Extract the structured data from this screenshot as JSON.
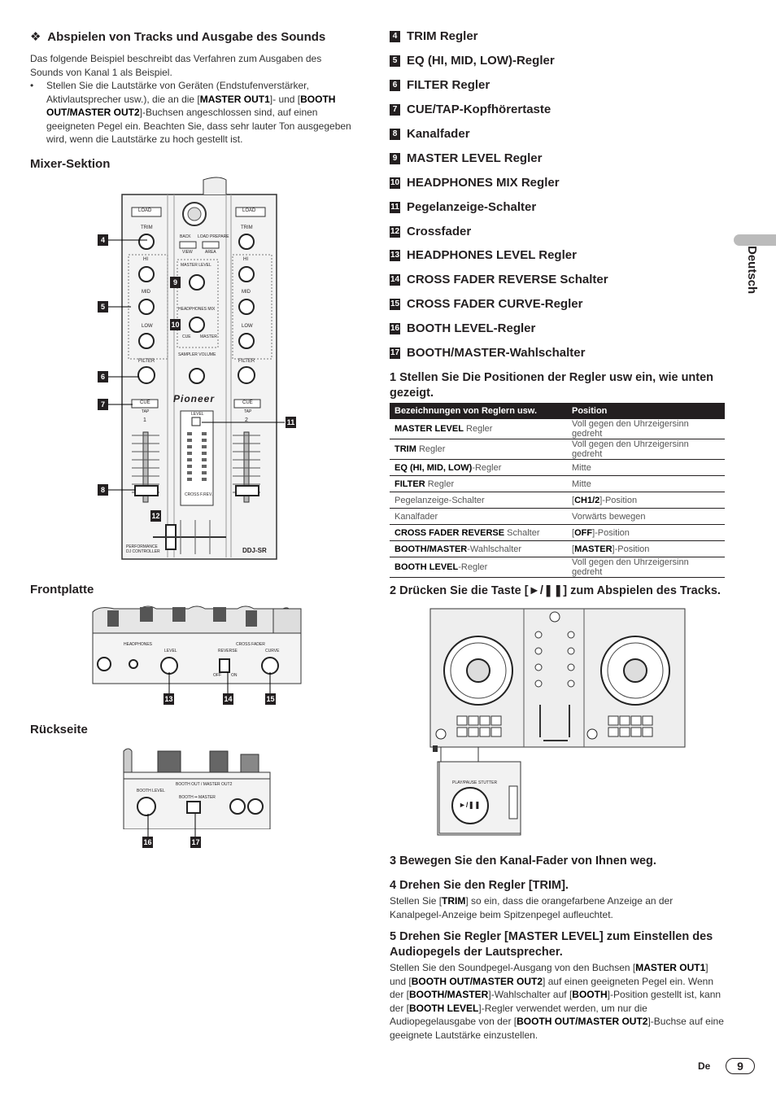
{
  "left": {
    "heading": "Abspielen von Tracks und Ausgabe des Sounds",
    "intro": "Das folgende Beispiel beschreibt das Verfahren zum Ausgaben des Sounds von Kanal 1 als Beispiel.",
    "bullet": {
      "t1": "Stellen Sie die Lautstärke von Geräten (Endstufenverstärker, Aktivlautsprecher usw.), die an die [",
      "b1": "MASTER OUT1",
      "t2": "]- und [",
      "b2": "BOOTH OUT/MASTER OUT2",
      "t3": "]-Buchsen angeschlossen sind, auf einen geeigneten Pegel ein. Beachten Sie, dass sehr lauter Ton ausgegeben wird, wenn die Lautstärke zu hoch gestellt ist."
    },
    "mixer_title": "Mixer-Sektion",
    "front_title": "Frontplatte",
    "rear_title": "Rückseite"
  },
  "mixer_labels": {
    "load": "LOAD",
    "trim": "TRIM",
    "hi": "HI",
    "mid": "MID",
    "low": "LOW",
    "filter": "FILTER",
    "cue": "CUE",
    "tap": "TAP",
    "master_level": "MASTER LEVEL",
    "headphones_mix": "HEADPHONES MIX",
    "sampler_volume": "SAMPLER VOLUME",
    "level": "LEVEL",
    "cross_fader": "CROSS F.REV.",
    "brand": "Pioneer",
    "model": "DDJ-SR",
    "perf": "PERFORMANCE",
    "perf2": "DJ CONTROLLER",
    "back": "BACK",
    "load_prepare": "LOAD PREPARE",
    "view": "VIEW",
    "area": "AREA",
    "cue_label": "CUE",
    "master": "MASTER",
    "ch1": "1",
    "ch2": "2"
  },
  "front_labels": {
    "headphones": "HEADPHONES",
    "level": "LEVEL",
    "cross_fader": "CROSS FADER",
    "reverse": "REVERSE",
    "curve": "CURVE",
    "off": "OFF",
    "on": "ON"
  },
  "rear_labels": {
    "booth_out": "BOOTH OUT / MASTER OUT2",
    "booth_level": "BOOTH LEVEL",
    "booth_master": "BOOTH •• MASTER"
  },
  "callouts": {
    "c4": "4",
    "c5": "5",
    "c6": "6",
    "c7": "7",
    "c8": "8",
    "c9": "9",
    "c10": "10",
    "c11": "11",
    "c12": "12",
    "c13": "13",
    "c14": "14",
    "c15": "15",
    "c16": "16",
    "c17": "17"
  },
  "controls": [
    {
      "n": "4",
      "label": "TRIM Regler"
    },
    {
      "n": "5",
      "label": "EQ (HI, MID, LOW)-Regler"
    },
    {
      "n": "6",
      "label": "FILTER Regler"
    },
    {
      "n": "7",
      "label": "CUE/TAP-Kopfhörertaste"
    },
    {
      "n": "8",
      "label": "Kanalfader"
    },
    {
      "n": "9",
      "label": "MASTER LEVEL Regler"
    },
    {
      "n": "10",
      "label": "HEADPHONES MIX Regler"
    },
    {
      "n": "11",
      "label": "Pegelanzeige-Schalter"
    },
    {
      "n": "12",
      "label": "Crossfader"
    },
    {
      "n": "13",
      "label": "HEADPHONES LEVEL Regler"
    },
    {
      "n": "14",
      "label": "CROSS FADER REVERSE Schalter"
    },
    {
      "n": "15",
      "label": "CROSS FADER CURVE-Regler"
    },
    {
      "n": "16",
      "label": "BOOTH LEVEL-Regler"
    },
    {
      "n": "17",
      "label": "BOOTH/MASTER-Wahlschalter"
    }
  ],
  "step1": "1   Stellen Sie Die Positionen der Regler usw ein, wie unten gezeigt.",
  "table": {
    "headers": [
      "Bezeichnungen von Reglern usw.",
      "Position"
    ],
    "rows": [
      {
        "bold": "MASTER LEVEL",
        "rest": " Regler",
        "pos_pre": "",
        "pos_bold": "",
        "pos": "Voll gegen den Uhrzeigersinn gedreht"
      },
      {
        "bold": "TRIM",
        "rest": " Regler",
        "pos_pre": "",
        "pos_bold": "",
        "pos": "Voll gegen den Uhrzeigersinn gedreht"
      },
      {
        "bold": "EQ (HI, MID, LOW)",
        "rest": "-Regler",
        "pos_pre": "",
        "pos_bold": "",
        "pos": "Mitte"
      },
      {
        "bold": "FILTER",
        "rest": " Regler",
        "pos_pre": "",
        "pos_bold": "",
        "pos": "Mitte"
      },
      {
        "bold": "",
        "rest": "Pegelanzeige-Schalter",
        "pos_pre": "[",
        "pos_bold": "CH1/2",
        "pos": "]-Position"
      },
      {
        "bold": "",
        "rest": "Kanalfader",
        "pos_pre": "",
        "pos_bold": "",
        "pos": "Vorwärts bewegen"
      },
      {
        "bold": "CROSS FADER REVERSE",
        "rest": " Schalter",
        "pos_pre": "[",
        "pos_bold": "OFF",
        "pos": "]-Position"
      },
      {
        "bold": "BOOTH/MASTER",
        "rest": "-Wahlschalter",
        "pos_pre": "[",
        "pos_bold": "MASTER",
        "pos": "]-Position"
      },
      {
        "bold": "BOOTH LEVEL",
        "rest": "-Regler",
        "pos_pre": "",
        "pos_bold": "",
        "pos": "Voll gegen den Uhrzeigersinn gedreht"
      }
    ]
  },
  "step2": "2   Drücken Sie die Taste [►/❚❚] zum Abspielen des Tracks.",
  "play_labels": {
    "play_pause": "PLAY/PAUSE",
    "stutter": "STUTTER",
    "glyph": "►/❚❚"
  },
  "step3": "3   Bewegen Sie den Kanal-Fader von Ihnen weg.",
  "step4": "4   Drehen Sie den Regler [TRIM].",
  "step4_text": {
    "t1": "Stellen Sie [",
    "b1": "TRIM",
    "t2": "] so ein, dass die orangefarbene Anzeige an der Kanalpegel-Anzeige beim Spitzenpegel aufleuchtet."
  },
  "step5": "5   Drehen Sie Regler [MASTER LEVEL] zum Einstellen des Audiopegels der Lautsprecher.",
  "step5_text": {
    "t1": "Stellen Sie den Soundpegel-Ausgang von den Buchsen [",
    "b1": "MASTER OUT1",
    "t2": "] und [",
    "b2": "BOOTH OUT/MASTER OUT2",
    "t3": "] auf einen geeigneten Pegel ein. Wenn der [",
    "b3": "BOOTH/MASTER",
    "t4": "]-Wahlschalter auf [",
    "b4": "BOOTH",
    "t5": "]-Position gestellt ist, kann der [",
    "b5": "BOOTH LEVEL",
    "t6": "]-Regler verwendet werden, um nur die Audiopegelausgabe von der [",
    "b6": "BOOTH OUT/MASTER OUT2",
    "t7": "]-Buchse auf eine geeignete Lautstärke einzustellen."
  },
  "side_label": "Deutsch",
  "footer": {
    "lang": "De",
    "page": "9"
  }
}
